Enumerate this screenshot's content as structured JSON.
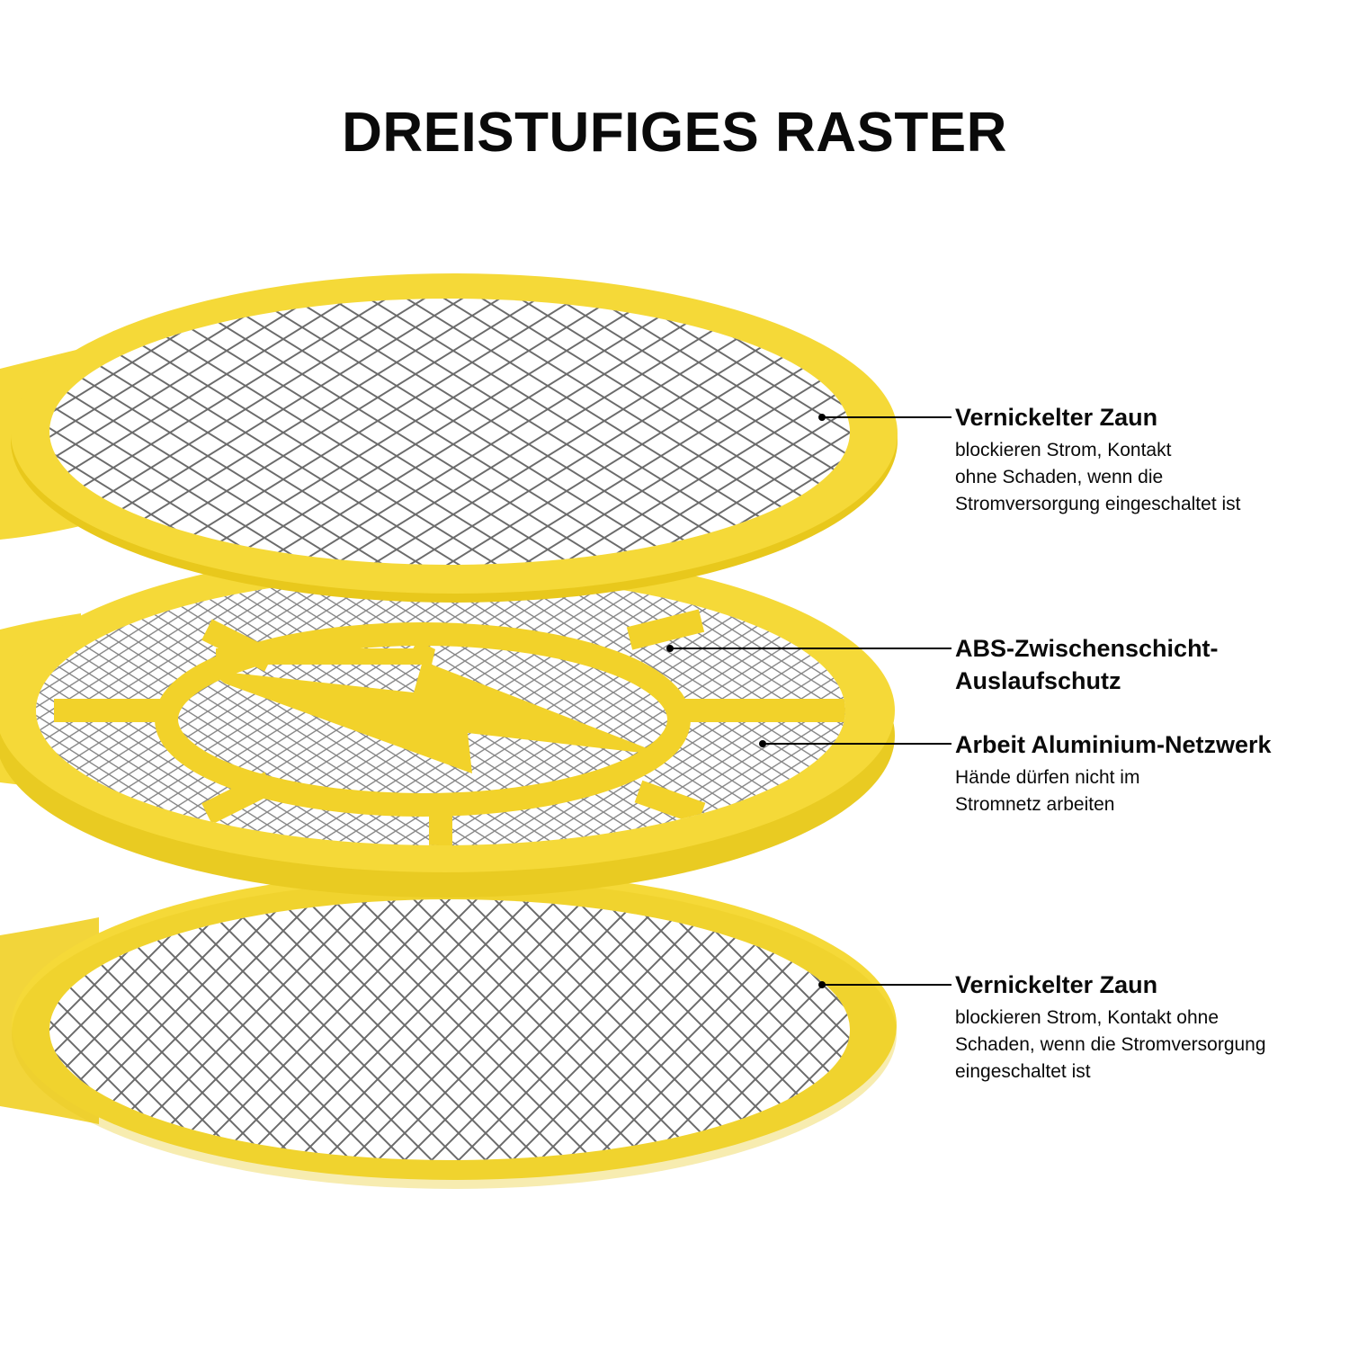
{
  "title": "DREISTUFIGES RASTER",
  "colors": {
    "racket_yellow": "#F5D938",
    "racket_shadow": "#E8C81C",
    "mesh_gray": "#6b6b6b",
    "text": "#0a0a0a",
    "background": "#ffffff"
  },
  "layers": [
    {
      "name": "top-layer",
      "heading": "Vernickelter Zaun",
      "description_lines": [
        "blockieren Strom, Kontakt",
        "ohne Schaden, wenn die",
        "Stromversorgung eingeschaltet ist"
      ]
    },
    {
      "name": "middle-layer",
      "heading_lines": [
        "ABS-Zwischenschicht-",
        "Auslaufschutz"
      ]
    },
    {
      "name": "middle-mesh",
      "heading": "Arbeit Aluminium-Netzwerk",
      "description_lines": [
        "Hände dürfen nicht im",
        "Stromnetz arbeiten"
      ]
    },
    {
      "name": "bottom-layer",
      "heading": "Vernickelter Zaun",
      "description_lines": [
        "blockieren Strom, Kontakt ohne",
        "Schaden, wenn die Stromversorgung",
        "eingeschaltet ist"
      ]
    }
  ]
}
